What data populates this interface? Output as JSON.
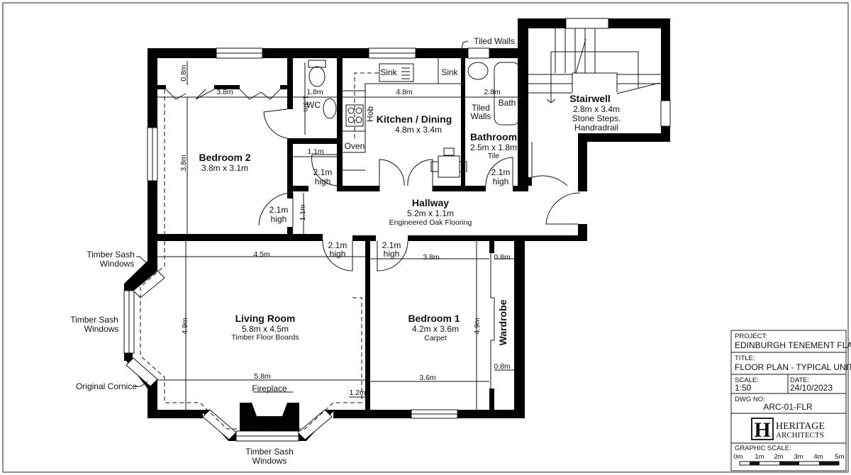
{
  "rooms": {
    "bedroom2": {
      "name": "Bedroom 2",
      "size": "3.8m x 3.1m"
    },
    "kitchen": {
      "name": "Kitchen / Dining",
      "size": "4.8m x 3.4m"
    },
    "bathroom": {
      "name": "Bathroom",
      "size": "2.5m x 1.8m",
      "finish": "Tile"
    },
    "stairwell": {
      "name": "Stairwell",
      "size": "2.8m x 3.4m",
      "finish": "Stone Steps.",
      "extra": "Handradrail"
    },
    "hallway": {
      "name": "Hallway",
      "size": "5.2m x 1.1m",
      "finish": "Engineered Oak Flooring"
    },
    "living": {
      "name": "Living Room",
      "size": "5.8m x 4.5m",
      "finish": "Timber Floor Boards"
    },
    "bedroom1": {
      "name": "Bedroom 1",
      "size": "4.2m x 3.6m",
      "finish": "Carpet"
    },
    "wardrobe": {
      "name": "Wardrobe"
    }
  },
  "fixtures": {
    "sink1": "Sink",
    "sink2": "Sink",
    "wc": "WC",
    "hob": "Hob",
    "oven": "Oven",
    "tiled1": "Tiled",
    "tiled2": "Walls",
    "bath": "Bath",
    "fireplace": "Fireplace"
  },
  "annotations": {
    "tiled_walls": "Tiled Walls",
    "sash1": [
      "Timber Sash",
      "Windows"
    ],
    "sash2": [
      "Timber Sash",
      "Windows"
    ],
    "cornice": "Original Cornice",
    "sash3": [
      "Timber Sash",
      "Windows"
    ]
  },
  "dimensions": {
    "bed2_robe_depth": "0.8m",
    "bed2_width": "3.8m",
    "bed2_length": "3.8m",
    "wc_width": "1.8m",
    "wc_depth": "1.3m",
    "kitchen_width": "4.8m",
    "bath_width": "2.8m",
    "cupboard_width": "1.1m",
    "hall_width": "1.1m",
    "living_top": "4.5m",
    "living_height": "4.9m",
    "living_bottom": "5.8m",
    "living_recess": "1.2m",
    "bed1_top": "3.8m",
    "bed1_robe_top": "0.8m",
    "bed1_height": "4.9m",
    "bed1_bottom": "3.6m",
    "bed1_robe_bottom": "0.8m"
  },
  "door_label": [
    "2.1m",
    "high"
  ],
  "title_block": {
    "project_label": "PROJECT:",
    "project": "EDINBURGH TENEMENT FLAT",
    "title_label": "TITLE:",
    "title": "FLOOR PLAN - TYPICAL UNIT",
    "scale_label": "SCALE:",
    "scale": "1:50",
    "date_label": "DATE:",
    "date": "24/10/2023",
    "dwg_label": "DWG NO:",
    "dwg": "ARC-01-FLR",
    "logo": {
      "monogram": "H",
      "line1": "HERITAGE",
      "line2": "ARCHITECTS"
    },
    "graphic_scale_label": "GRAPHIC SCALE:",
    "graphic_scale_ticks": [
      "0m",
      "1m",
      "2m",
      "3m",
      "4m",
      "5m"
    ]
  }
}
